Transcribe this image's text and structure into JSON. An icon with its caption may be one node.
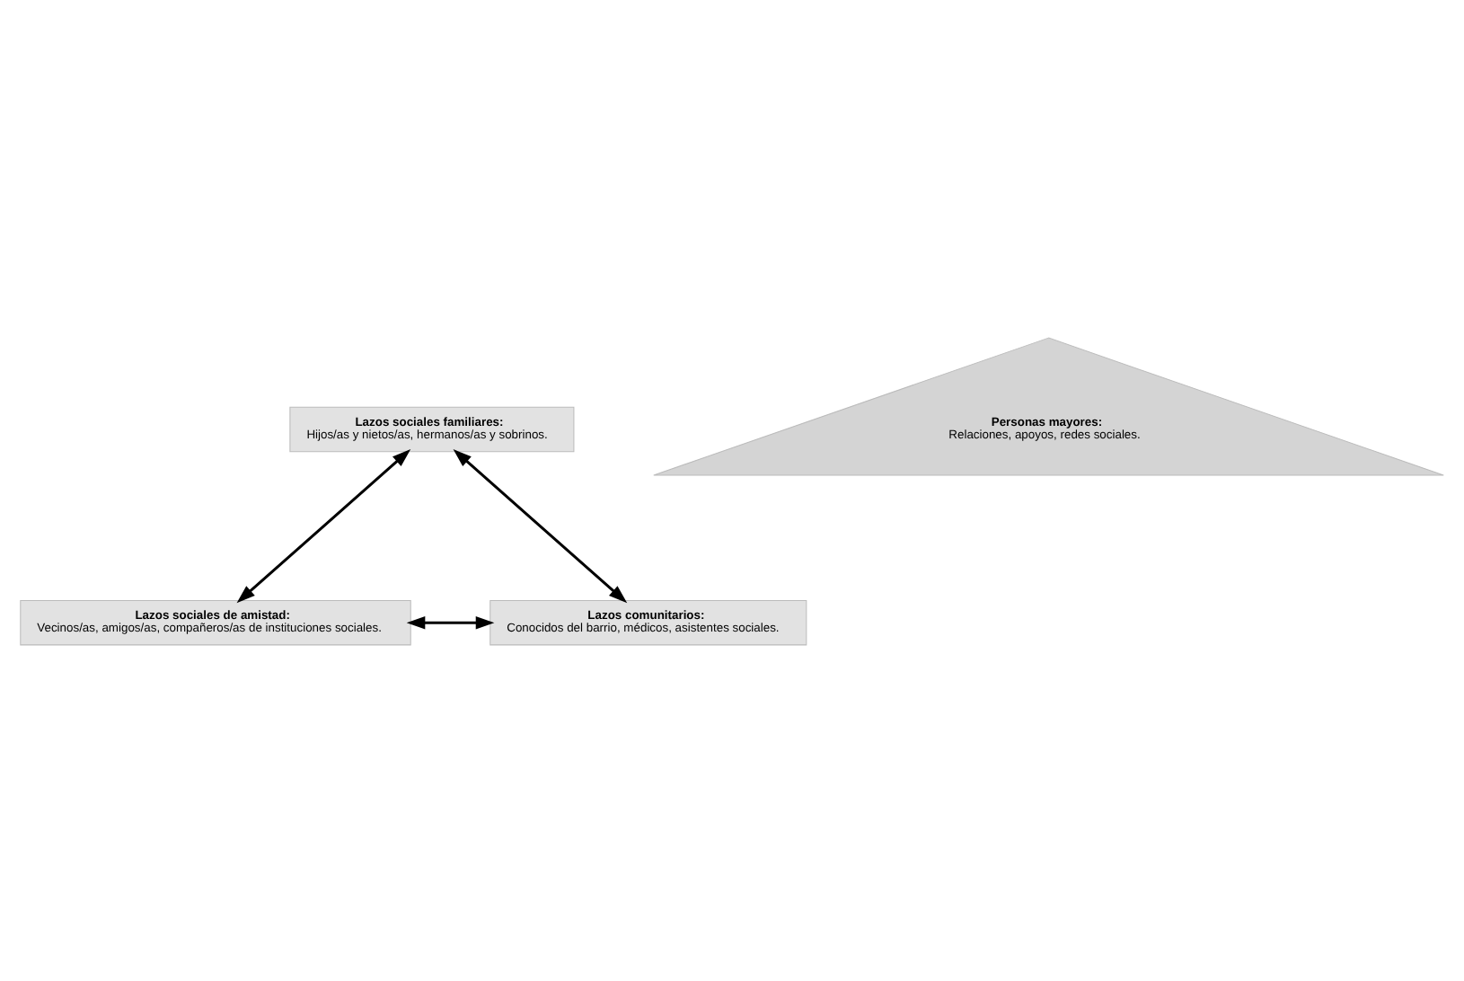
{
  "diagram": {
    "nodes": [
      {
        "text": [
          "Lazos sociales familiares:",
          "Hijos/as y nietos/as, hermanos/as y sobrinos."
        ]
      },
      {
        "text": [
          "Personas mayores:",
          "Relaciones, apoyos, redes sociales."
        ]
      },
      {
        "text": [
          "Lazos sociales de amistad:",
          "Vecinos/as, amigos/as, compañeros/as de instituciones sociales."
        ]
      },
      {
        "text": [
          "Lazos comunitarios:",
          "Conocidos del barrio, médicos, asistentes sociales."
        ]
      }
    ],
    "edges": [
      {
        "from": 0,
        "to": 2,
        "arrow": "both"
      },
      {
        "from": 0,
        "to": 3,
        "arrow": "both"
      },
      {
        "from": 2,
        "to": 3,
        "arrow": "both"
      }
    ]
  }
}
